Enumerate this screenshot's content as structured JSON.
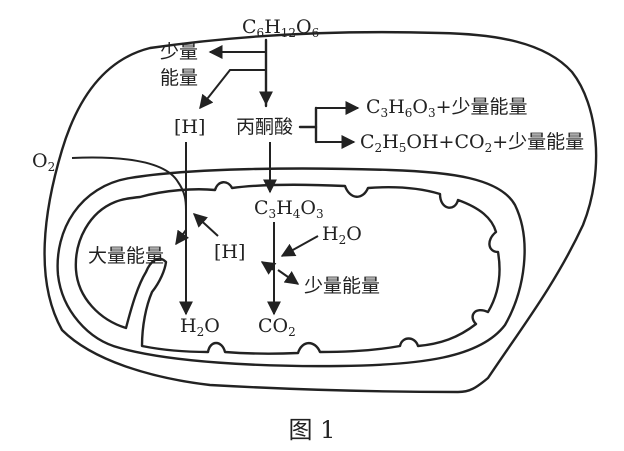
{
  "diagram": {
    "caption": "图 1",
    "glucose": {
      "p1": "C",
      "s1": "6",
      "p2": "H",
      "s2": "12",
      "p3": "O",
      "s3": "6"
    },
    "small_energy_top_line1": "少量",
    "small_energy_top_line2": "能量",
    "h_top": "[H]",
    "pyruvate": "丙酮酸",
    "lactic_acid": {
      "p1": "C",
      "s1": "3",
      "p2": "H",
      "s2": "6",
      "p3": "O",
      "s3": "3",
      "tail": "+少量能量"
    },
    "ethanol": {
      "p1": "C",
      "s1": "2",
      "p2": "H",
      "s2": "5",
      "p3": "OH+CO",
      "s3": "2",
      "tail": "+少量能量"
    },
    "oxygen": {
      "p1": "O",
      "s1": "2"
    },
    "intermediate": {
      "p1": "C",
      "s1": "3",
      "p2": "H",
      "s2": "4",
      "p3": "O",
      "s3": "3"
    },
    "water_in": {
      "p1": "H",
      "s1": "2",
      "p2": "O"
    },
    "large_energy": "大量能量",
    "h_mid": "[H]",
    "small_energy_mid": "少量能量",
    "water_out": {
      "p1": "H",
      "s1": "2",
      "p2": "O"
    },
    "carbon_dioxide": {
      "p1": "CO",
      "s1": "2"
    }
  }
}
